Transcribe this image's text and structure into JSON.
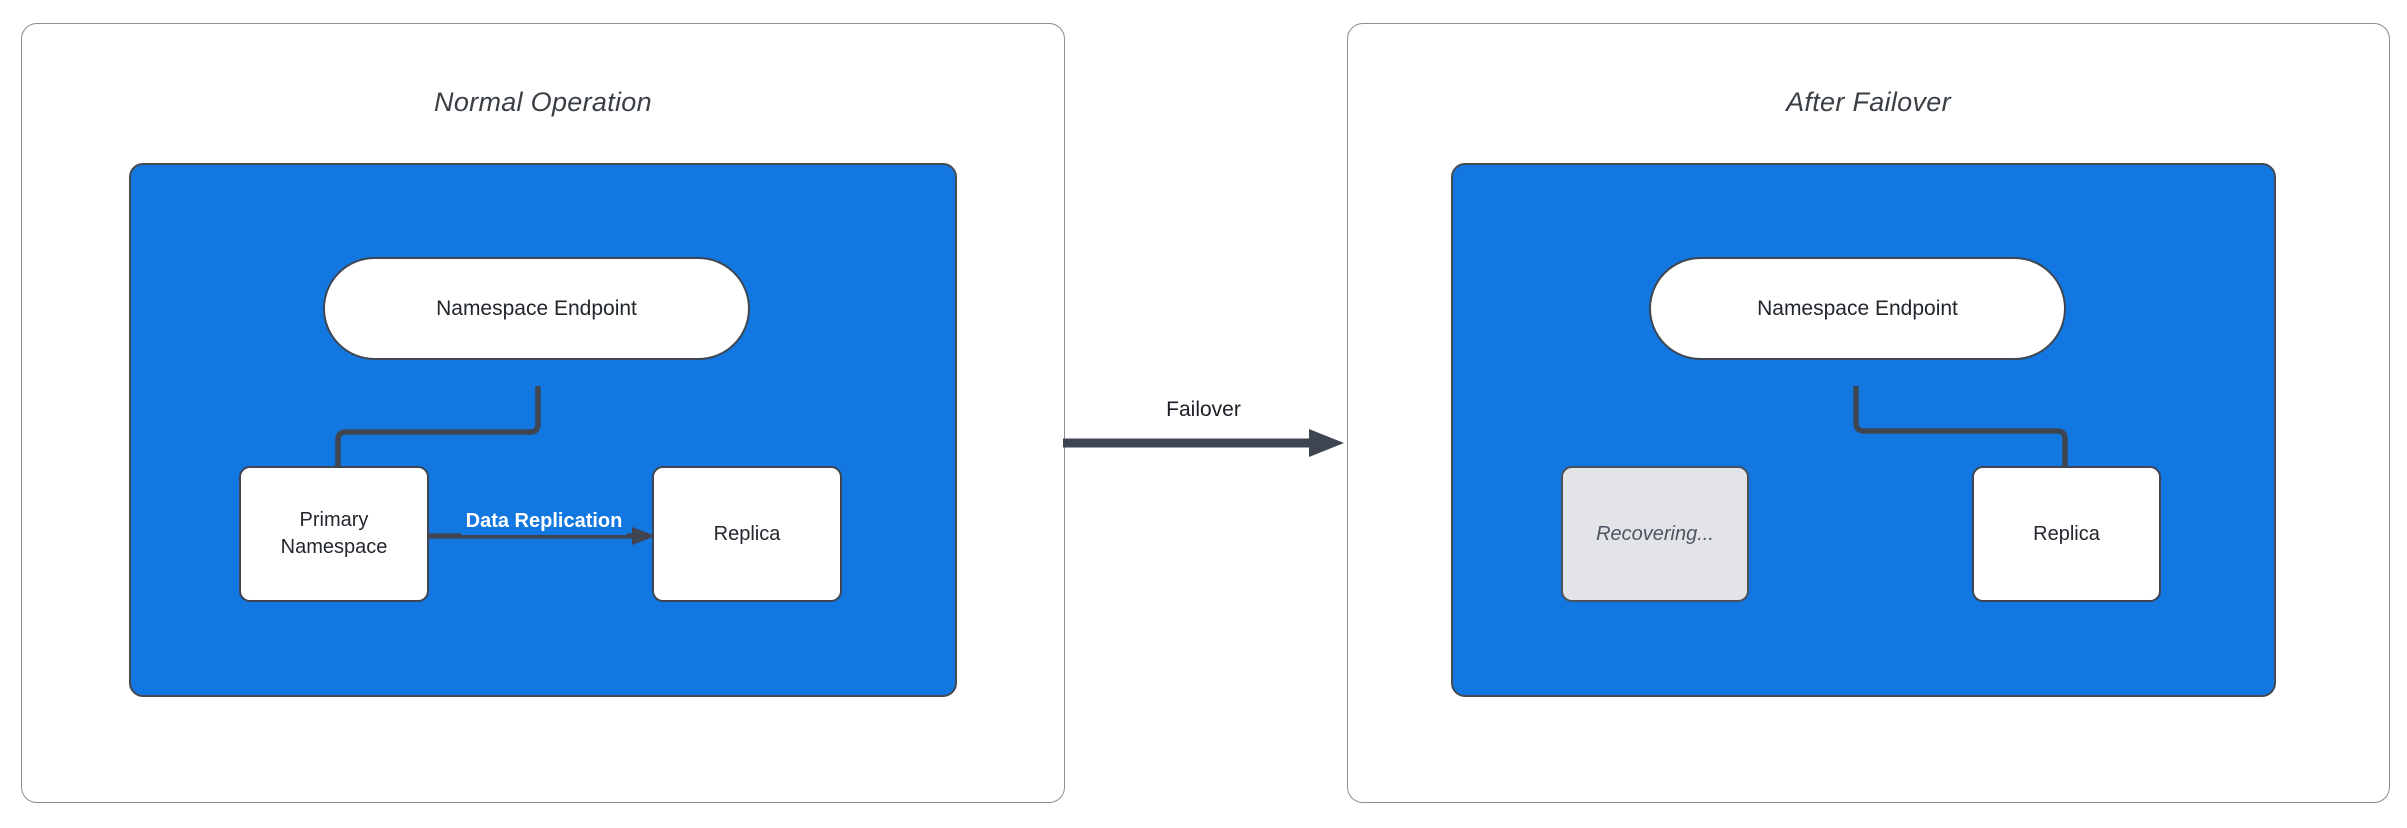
{
  "diagram": {
    "panels": [
      {
        "title": "Normal Operation",
        "endpoint_label": "Namespace Endpoint",
        "primary_label": "Primary Namespace",
        "replica_label": "Replica",
        "replication_label": "Data Replication"
      },
      {
        "title": "After Failover",
        "endpoint_label": "Namespace Endpoint",
        "recovering_label": "Recovering...",
        "replica_label": "Replica"
      }
    ],
    "failover_label": "Failover",
    "colors": {
      "container_blue": "#1277e0",
      "connector_dark": "#3f4651",
      "panel_border_gray": "#898e94",
      "recovering_fill": "#e3e4e8",
      "node_fill": "#ffffff"
    }
  }
}
